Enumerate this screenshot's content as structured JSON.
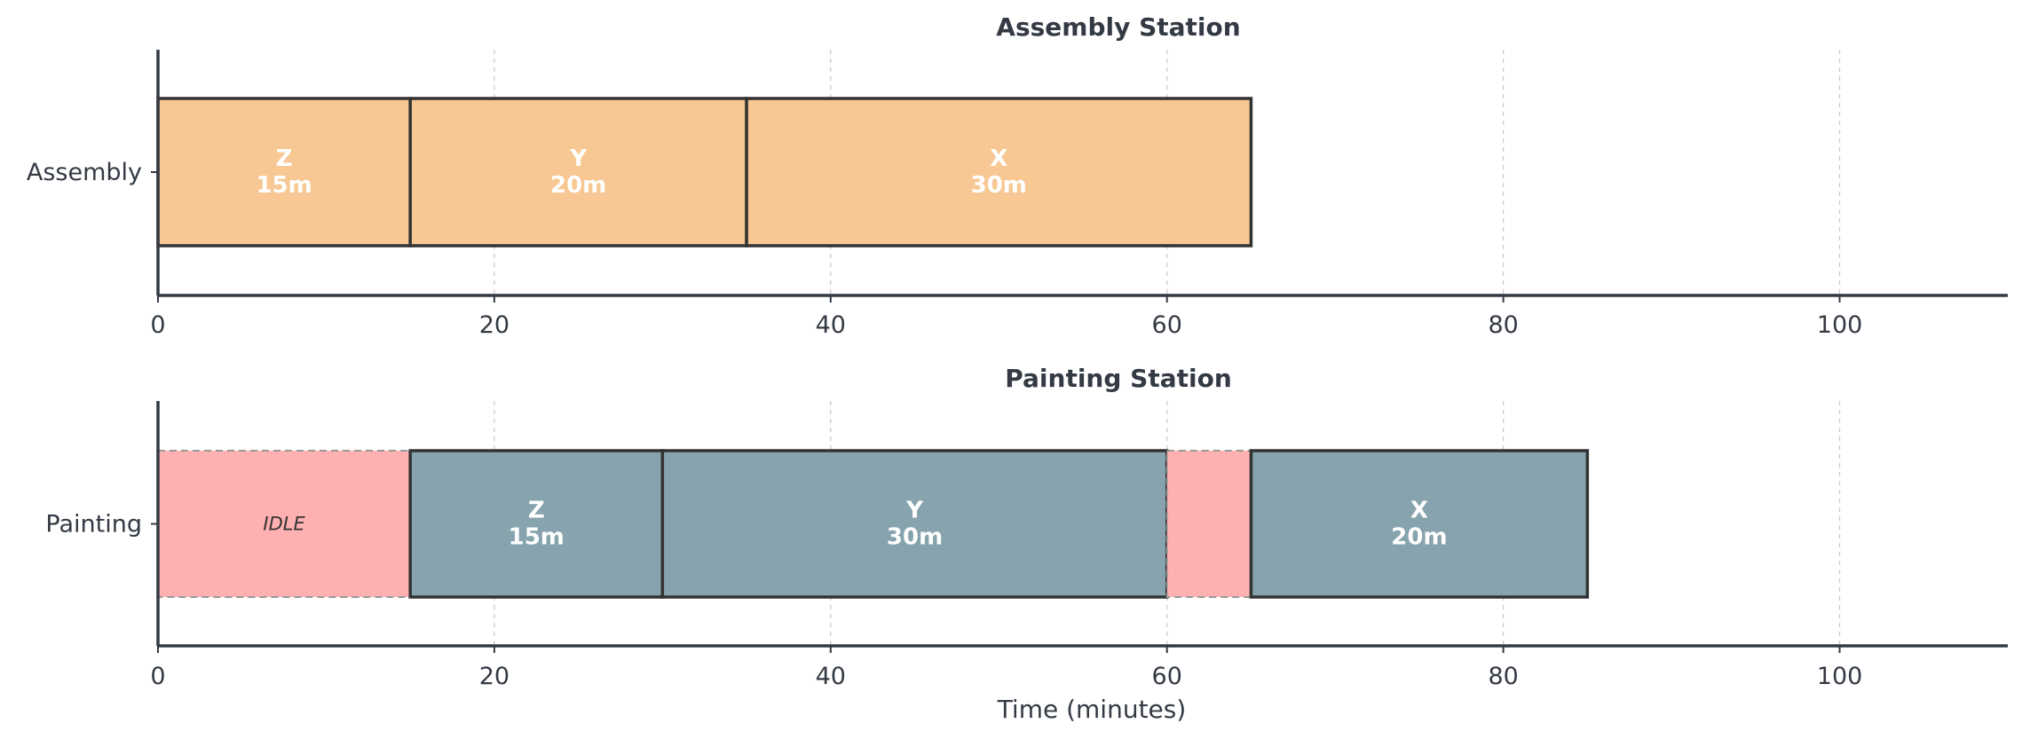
{
  "colors": {
    "assembly": "#f7c894",
    "painting": "#86a3ae",
    "idle": "#ffb0b1",
    "edge": "#333333",
    "text": "#343a44"
  },
  "chart_data": [
    {
      "type": "gantt",
      "title": "Assembly Station",
      "station": "Assembly",
      "xlim": [
        0,
        110
      ],
      "xticks": [
        "0",
        "20",
        "40",
        "60",
        "80",
        "100"
      ],
      "xlabel": "",
      "grid": "vertical-dashed",
      "tasks": [
        {
          "job": "Z",
          "start": 0,
          "duration": 15,
          "label": "15m",
          "kind": "work"
        },
        {
          "job": "Y",
          "start": 15,
          "duration": 20,
          "label": "20m",
          "kind": "work"
        },
        {
          "job": "X",
          "start": 35,
          "duration": 30,
          "label": "30m",
          "kind": "work"
        }
      ]
    },
    {
      "type": "gantt",
      "title": "Painting Station",
      "station": "Painting",
      "xlim": [
        0,
        110
      ],
      "xticks": [
        "0",
        "20",
        "40",
        "60",
        "80",
        "100"
      ],
      "xlabel": "Time (minutes)",
      "grid": "vertical-dashed",
      "tasks": [
        {
          "job": "IDLE",
          "start": 0,
          "duration": 15,
          "label": "",
          "kind": "idle"
        },
        {
          "job": "Z",
          "start": 15,
          "duration": 15,
          "label": "15m",
          "kind": "work"
        },
        {
          "job": "Y",
          "start": 30,
          "duration": 30,
          "label": "30m",
          "kind": "work"
        },
        {
          "job": "",
          "start": 60,
          "duration": 5,
          "label": "",
          "kind": "idle"
        },
        {
          "job": "X",
          "start": 65,
          "duration": 20,
          "label": "20m",
          "kind": "work"
        }
      ]
    }
  ]
}
